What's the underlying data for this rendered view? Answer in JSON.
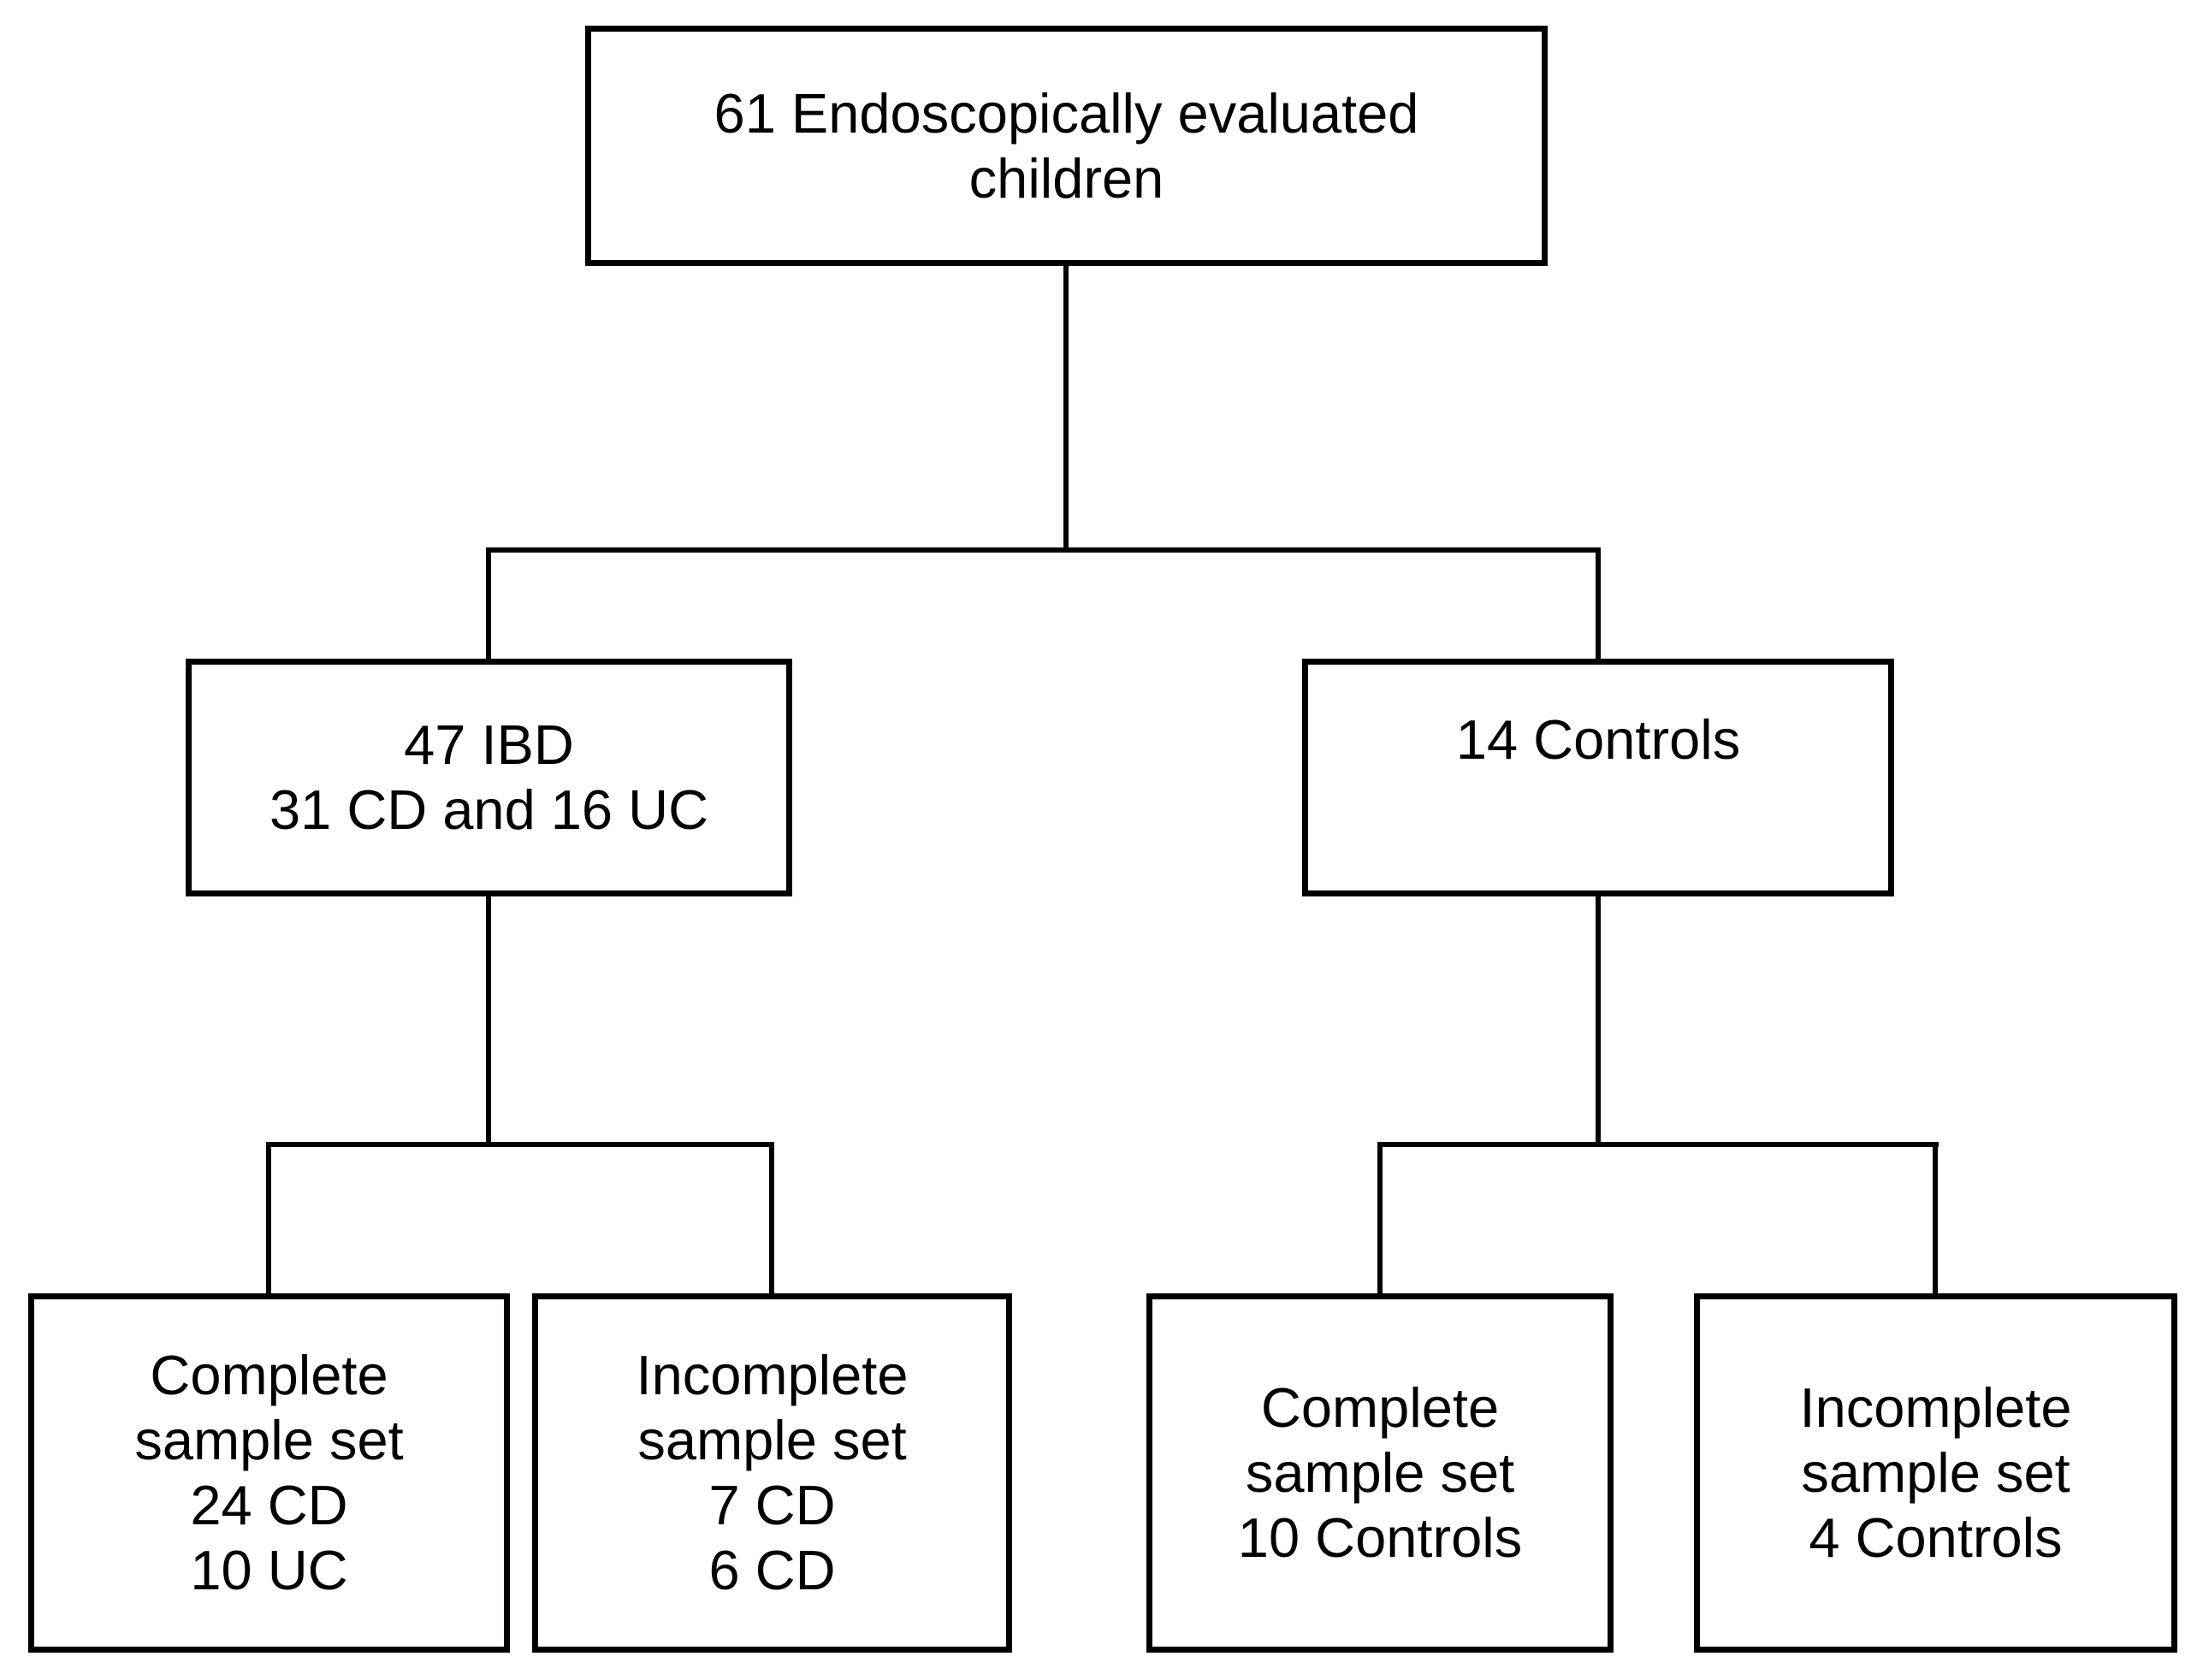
{
  "diagram": {
    "type": "flowchart",
    "colors": {
      "line": "#000000",
      "text": "#000000",
      "background": "#ffffff"
    },
    "boxes": {
      "root": {
        "lines": [
          "61 Endoscopically evaluated",
          "children"
        ]
      },
      "ibd": {
        "lines": [
          "47 IBD",
          "31 CD and 16 UC"
        ]
      },
      "controls": {
        "lines": [
          "14 Controls"
        ]
      },
      "ibd_complete": {
        "lines": [
          "Complete",
          "sample set",
          "24 CD",
          "10 UC"
        ]
      },
      "ibd_incomplete": {
        "lines": [
          "Incomplete",
          "sample set",
          "7 CD",
          "6 CD"
        ]
      },
      "controls_complete": {
        "lines": [
          "Complete",
          "sample set",
          "10 Controls"
        ]
      },
      "controls_incomplete": {
        "lines": [
          "Incomplete",
          "sample set",
          "4 Controls"
        ]
      }
    }
  }
}
